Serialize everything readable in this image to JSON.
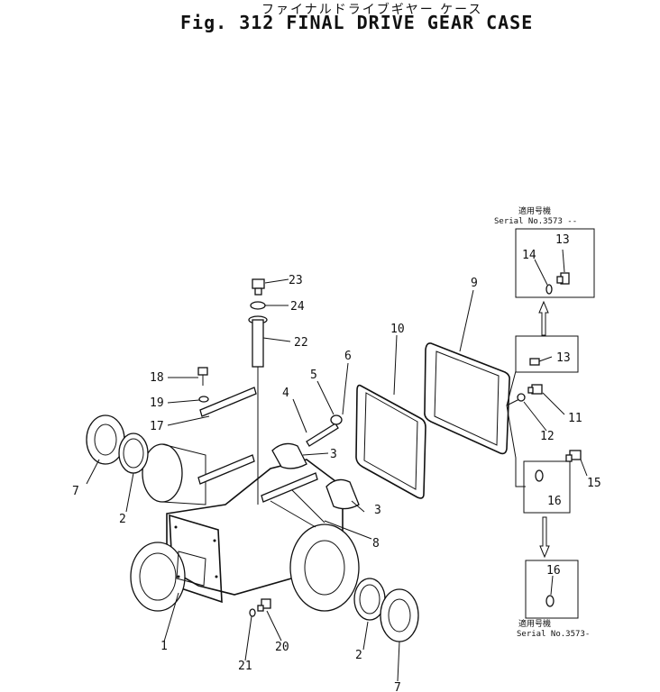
{
  "title": {
    "japanese": "ファイナルドライブギヤー ケース",
    "english": "Fig. 312 FINAL DRIVE GEAR CASE"
  },
  "serial_top": {
    "japanese": "適用号機",
    "text": "Serial No.3573 --"
  },
  "serial_bottom": {
    "japanese": "適用号機",
    "text": "Serial No.3573-"
  },
  "callouts": {
    "c1": "1",
    "c2a": "2",
    "c2b": "2",
    "c3a": "3",
    "c3b": "3",
    "c4": "4",
    "c5": "5",
    "c6": "6",
    "c7a": "7",
    "c7b": "7",
    "c8": "8",
    "c9": "9",
    "c10": "10",
    "c11": "11",
    "c12": "12",
    "c13a": "13",
    "c13b": "13",
    "c14": "14",
    "c15": "15",
    "c16a": "16",
    "c16b": "16",
    "c17": "17",
    "c18": "18",
    "c19": "19",
    "c20": "20",
    "c21": "21",
    "c22": "22",
    "c23": "23",
    "c24": "24"
  }
}
